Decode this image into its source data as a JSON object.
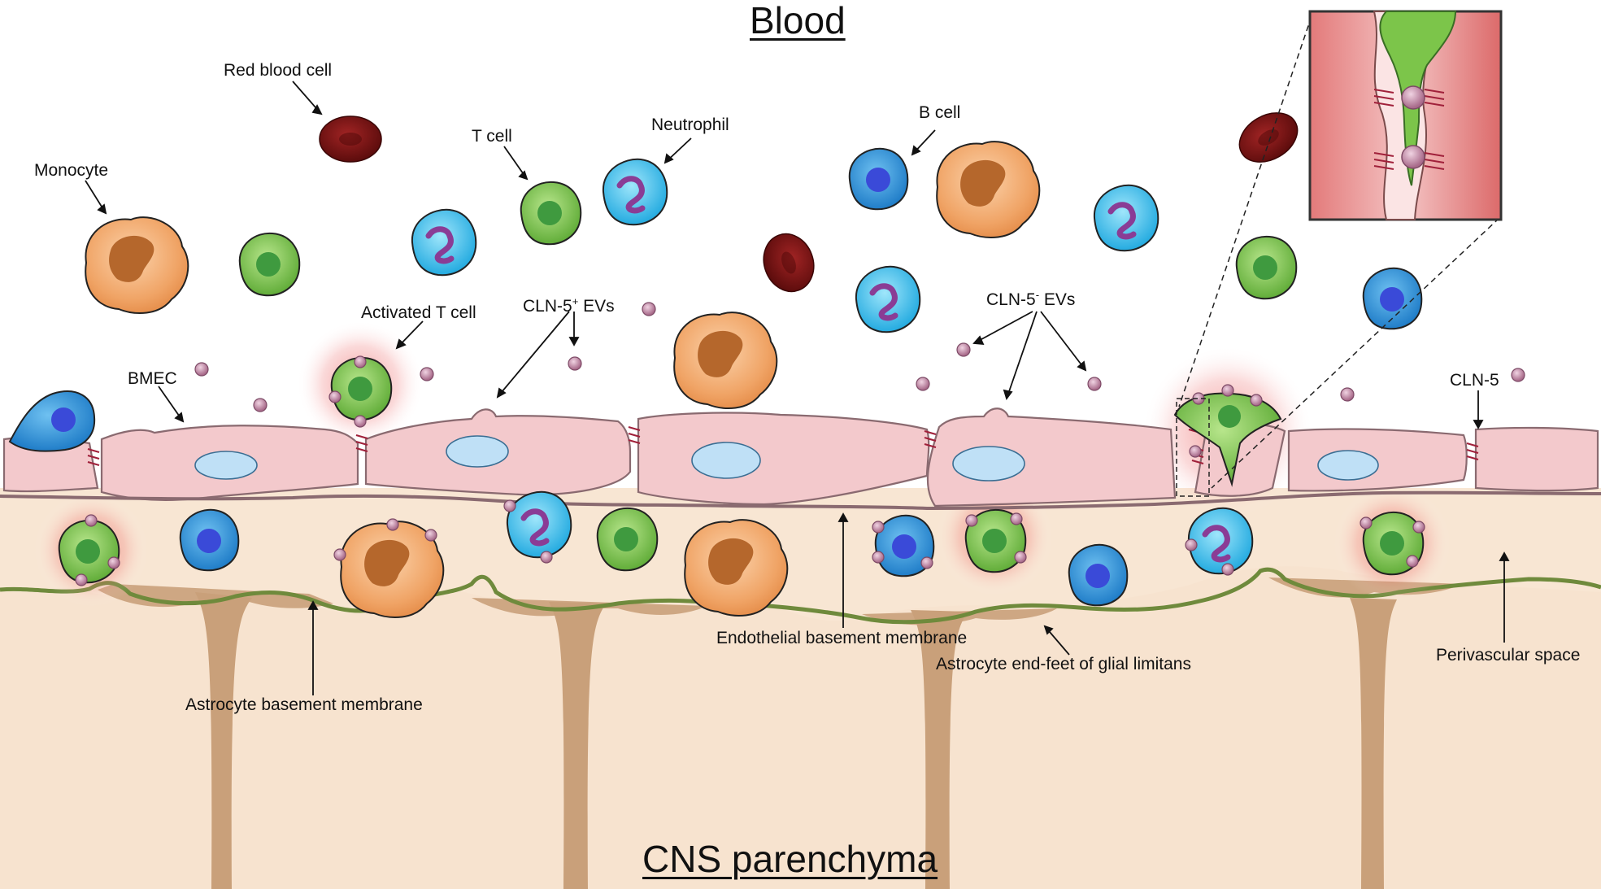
{
  "titles": {
    "top": "Blood",
    "bottom": "CNS parenchyma"
  },
  "labels": {
    "red_blood_cell": "Red blood cell",
    "monocyte": "Monocyte",
    "t_cell": "T cell",
    "neutrophil": "Neutrophil",
    "b_cell": "B cell",
    "activated_t_cell": "Activated T cell",
    "cln5_pos_evs_prefix": "CLN-5",
    "cln5_pos_evs_sup": "+",
    "cln5_pos_evs_suffix": " EVs",
    "cln5_neg_evs_prefix": "CLN-5",
    "cln5_neg_evs_sup": "-",
    "cln5_neg_evs_suffix": " EVs",
    "bmec": "BMEC",
    "cln5": "CLN-5",
    "endothelial_bm": "Endothelial basement membrane",
    "astrocyte_endfeet": "Astrocyte end-feet of glial limitans",
    "perivascular_space": "Perivascular space",
    "astrocyte_bm": "Astrocyte basement membrane"
  },
  "colors": {
    "endothelium": "#f3c9cc",
    "parenchyma": "#f7e3cf",
    "astrocyte": "#c9a07a",
    "glial_line": "#6f8a3c",
    "monocyte": "#eea267",
    "t_cell": "#7cc54a",
    "neutrophil": "#3bbbe8",
    "b_cell": "#2a8fd6",
    "red_blood_cell": "#7a1212",
    "ev": "#c58aa8",
    "inflammation_glow": "#e64545"
  }
}
